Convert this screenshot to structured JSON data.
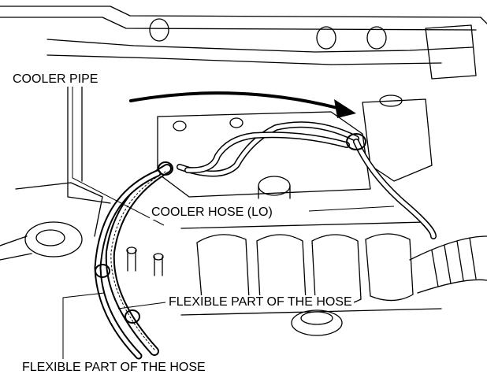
{
  "labels": {
    "cooler_pipe": "COOLER PIPE",
    "cooler_hose_lo": "COOLER HOSE (LO)",
    "flexible_part_upper": "FLEXIBLE PART OF THE HOSE",
    "flexible_part_lower": "FLEXIBLE PART OF THE HOSE"
  },
  "colors": {
    "line": "#000000",
    "background": "#ffffff"
  }
}
